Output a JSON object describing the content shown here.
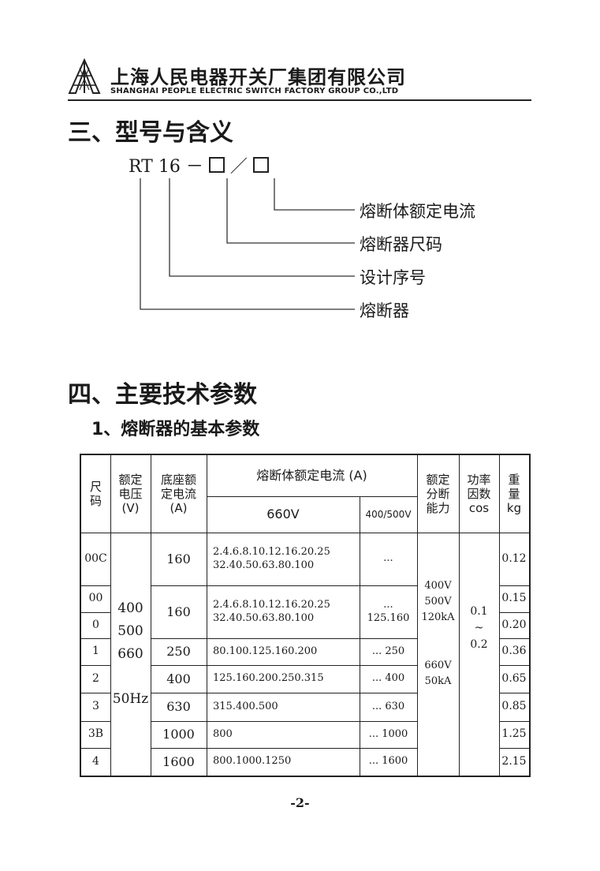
{
  "header": {
    "company_cn": "上海人民电器开关厂集团有限公司",
    "company_en": "SHANGHAI PEOPLE ELECTRIC SWITCH FACTORY GROUP CO.,LTD"
  },
  "section3": {
    "title": "三、型号与含义",
    "model_prefix": "RT",
    "model_number": "16",
    "model_dash": "－",
    "model_slash": "／",
    "labels": [
      "熔断体额定电流",
      "熔断器尺码",
      "设计序号",
      "熔断器"
    ]
  },
  "section4": {
    "title": "四、主要技术参数",
    "subtitle": "1、熔断器的基本参数"
  },
  "table": {
    "headers": {
      "size": "尺\n码",
      "voltage": "额定\n电压\n(V)",
      "base_current": "底座额\n定电流\n(A)",
      "fuse_current": "熔断体额定电流 (A)",
      "v660": "660V",
      "v400": "400/500V",
      "breaking": "额定\n分断\n能力",
      "pf": "功率\n因数\ncos",
      "weight": "重\n量\nkg"
    },
    "voltage_values": "400\n500\n660\n\n50Hz",
    "breaking_values": "400V\n500V\n120kA\n\n\n660V\n50kA",
    "pf_values": "0.1\n~\n0.2",
    "sizes": [
      "00C",
      "00",
      "0",
      "1",
      "2",
      "3",
      "3B",
      "4"
    ],
    "base_currents": [
      "160",
      "160",
      "250",
      "400",
      "630",
      "1000",
      "1600"
    ],
    "currents_660": [
      "2.4.6.8.10.12.16.20.25\n32.40.50.63.80.100",
      "2.4.6.8.10.12.16.20.25\n32.40.50.63.80.100",
      "80.100.125.160.200",
      "125.160.200.250.315",
      "315.400.500",
      "800",
      "800.1000.1250"
    ],
    "currents_400": [
      "...",
      "...\n125.160",
      "... 250",
      "... 400",
      "... 630",
      "... 1000",
      "... 1600"
    ],
    "weights": [
      "0.12",
      "0.15",
      "0.20",
      "0.36",
      "0.65",
      "0.85",
      "1.25",
      "2.15"
    ]
  },
  "footer": {
    "page": "-2-"
  }
}
